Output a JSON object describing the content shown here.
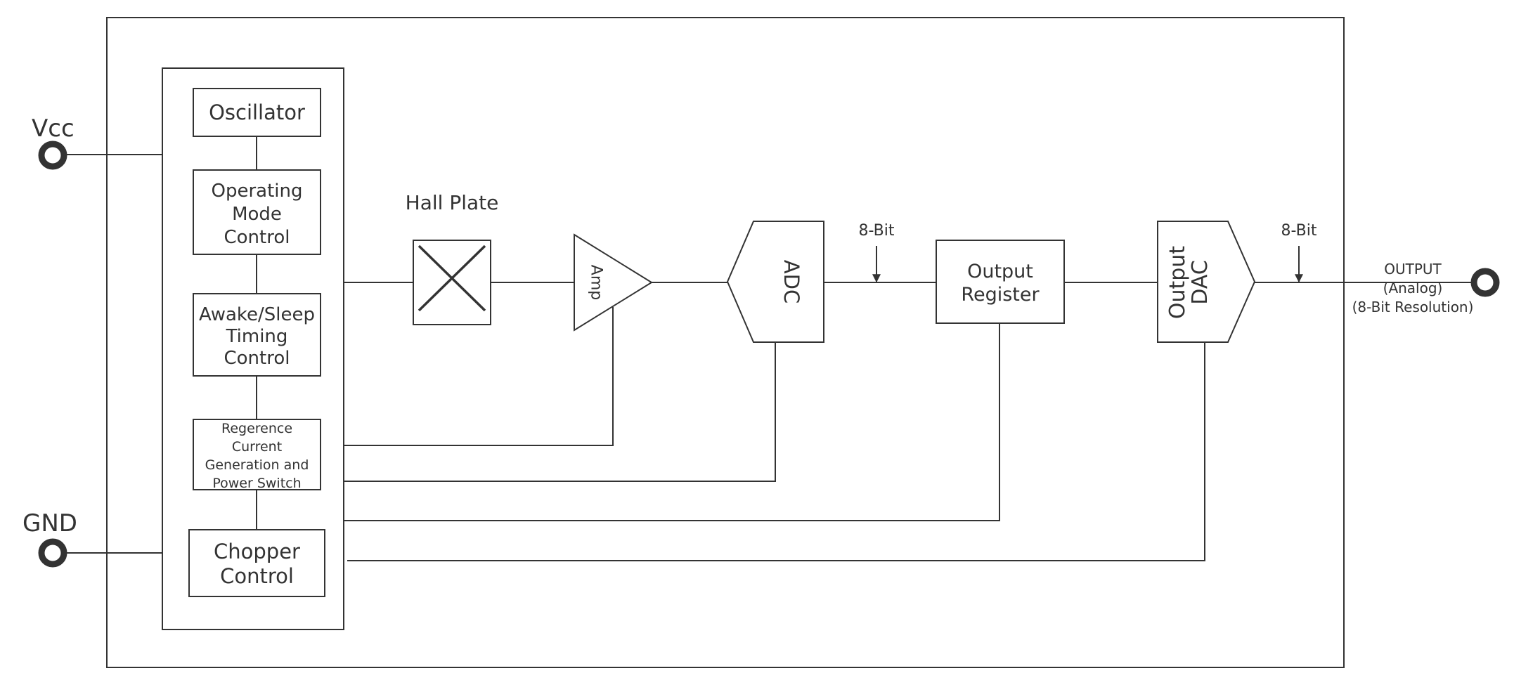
{
  "terminals": {
    "vcc": "Vcc",
    "gnd": "GND",
    "output": [
      "OUTPUT",
      "(Analog)",
      "(8-Bit Resolution)"
    ]
  },
  "blocks": {
    "oscillator": [
      "Oscillator"
    ],
    "operating_mode_control": [
      "Operating",
      "Mode",
      "Control"
    ],
    "awake_sleep_timing_control": [
      "Awake/Sleep",
      "Timing",
      "Control"
    ],
    "reference_current_generation": [
      "Regerence",
      "Current",
      "Generation and",
      "Power Switch"
    ],
    "chopper_control": [
      "Chopper",
      "Control"
    ],
    "hall_plate": "Hall Plate",
    "amp": "Amp",
    "adc": "ADC",
    "output_register": [
      "Output",
      "Register"
    ],
    "output_dac": [
      "Output",
      "DAC"
    ]
  },
  "bus_labels": {
    "adc_to_register": "8-Bit",
    "dac_to_output": "8-Bit"
  },
  "colors": {
    "stroke": "#333333",
    "background": "#ffffff"
  }
}
